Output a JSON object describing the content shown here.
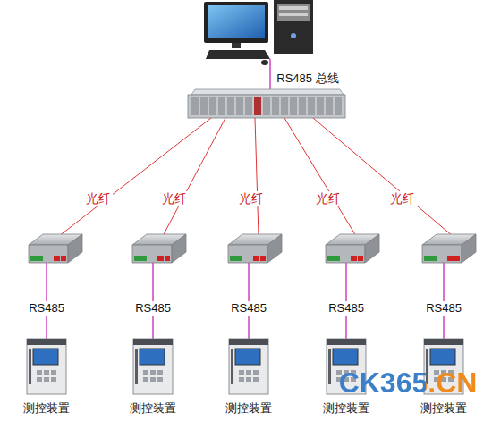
{
  "diagram": {
    "nodes": [
      {
        "text": [
          "测控装置"
        ]
      },
      {
        "text": [
          "测控装置"
        ]
      },
      {
        "text": [
          "测控装置"
        ]
      },
      {
        "text": [
          "测控装置"
        ]
      },
      {
        "text": [
          "测控装置"
        ]
      }
    ],
    "labels": [
      "RS485 总线",
      "光纤",
      "光纤",
      "光纤",
      "光纤",
      "光纤",
      "RS485",
      "RS485",
      "RS485",
      "RS485",
      "RS485",
      "CK365.CN"
    ]
  }
}
